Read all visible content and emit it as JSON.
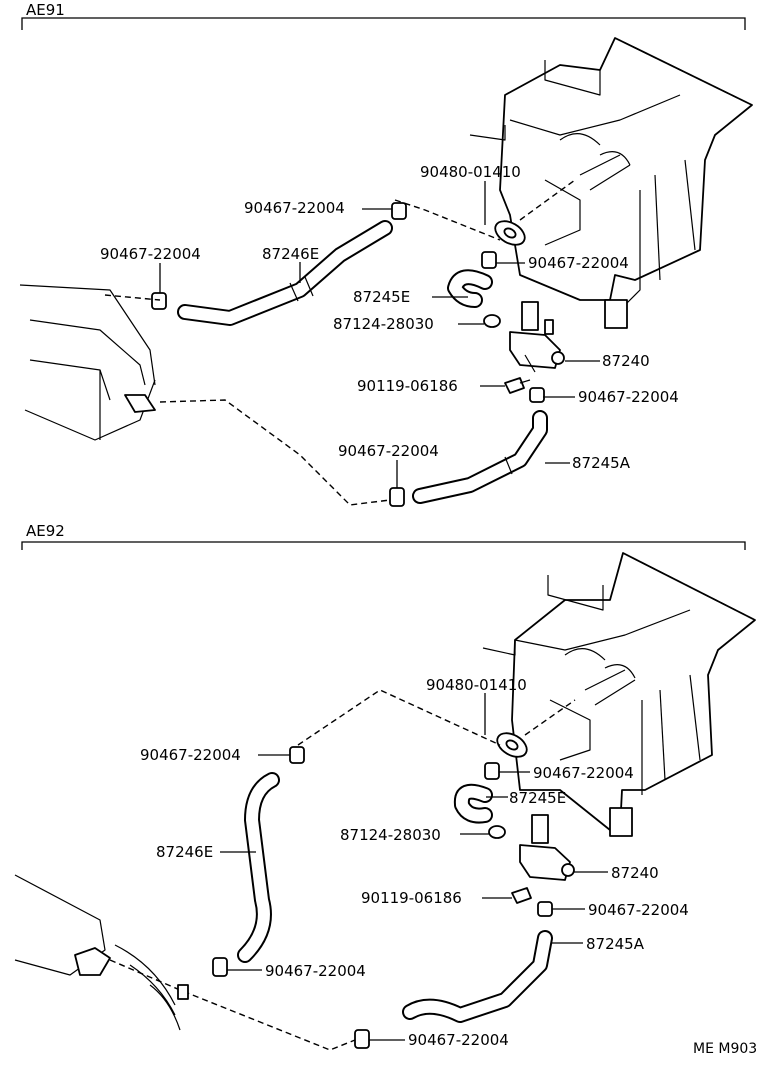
{
  "sections": [
    {
      "name": "AE91",
      "labels": {
        "grommet": "90480-01410",
        "clip_top": "90467-22004",
        "clip_left": "90467-22004",
        "hose_e46": "87246E",
        "clip_valve": "90467-22004",
        "hose_e45": "87245E",
        "band": "87124-28030",
        "valve": "87240",
        "bolt": "90119-06186",
        "clip_lower": "90467-22004",
        "clip_bottom": "90467-22004",
        "hose_a": "87245A"
      }
    },
    {
      "name": "AE92",
      "labels": {
        "grommet": "90480-01410",
        "clip_top": "90467-22004",
        "clip_valve": "90467-22004",
        "hose_e45": "87245E",
        "hose_e46": "87246E",
        "band": "87124-28030",
        "valve": "87240",
        "bolt": "90119-06186",
        "clip_lower": "90467-22004",
        "hose_a": "87245A",
        "clip_mid": "90467-22004",
        "clip_bottom": "90467-22004"
      }
    }
  ],
  "footer_code": "ME M903"
}
